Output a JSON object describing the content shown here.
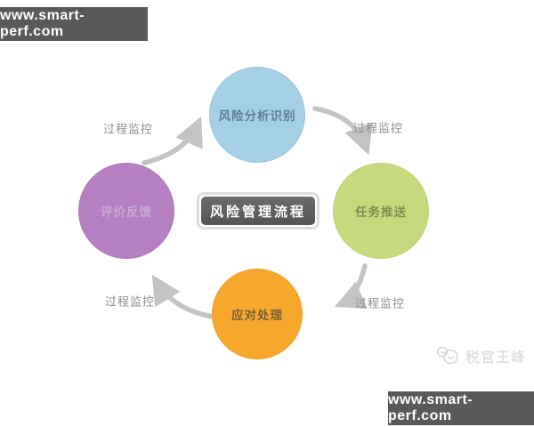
{
  "banner_top": {
    "text": "www.smart-perf.com",
    "bg": "#595959"
  },
  "banner_bottom": {
    "text": "www.smart-perf.com",
    "bg": "#595959"
  },
  "watermark": {
    "text": "税官王峰",
    "color": "#d6d6d6"
  },
  "diagram": {
    "center_label": "风险管理流程",
    "center_bg": "#595959",
    "arrow_color": "#c3c3c3",
    "edge_labels": [
      "过程监控",
      "过程监控",
      "过程监控",
      "过程监控"
    ],
    "nodes": [
      {
        "id": "risk-analysis",
        "label": "风险分析识别",
        "bg": "#a4cfe4",
        "text_color": "#5e7f94"
      },
      {
        "id": "task-push",
        "label": "任务推送",
        "bg": "#c6da7d",
        "text_color": "#7d8f55"
      },
      {
        "id": "response-handling",
        "label": "应对处理",
        "bg": "#f6a82d",
        "text_color": "#7a6233"
      },
      {
        "id": "evaluation-feedback",
        "label": "评价反馈",
        "bg": "#b57fc2",
        "text_color": "#c9a8d3"
      }
    ]
  }
}
